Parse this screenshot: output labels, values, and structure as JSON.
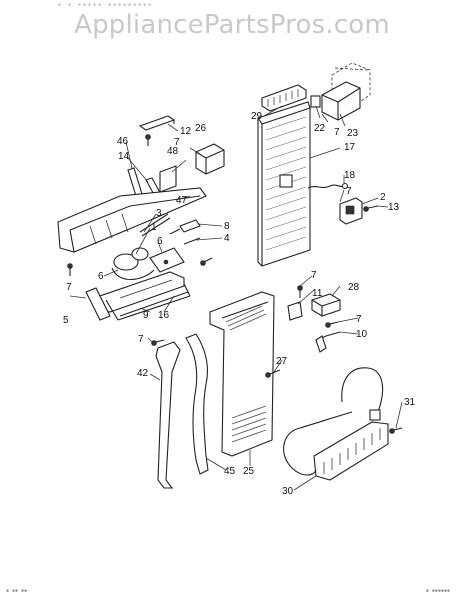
{
  "watermark": "AppliancePartsPros.com",
  "callouts": {
    "c29": "29",
    "c22": "22",
    "c7a": "7",
    "c23": "23",
    "c12": "12",
    "c7b": "7",
    "c46": "46",
    "c26": "26",
    "c48": "48",
    "c14": "14",
    "c17": "17",
    "c18": "18",
    "c7c": "7",
    "c2": "2",
    "c13": "13",
    "c47": "47",
    "c3": "3",
    "c8": "8",
    "c1": "1",
    "c4": "4",
    "c6a": "6",
    "c7d": "7",
    "c6b": "6",
    "c7e": "7",
    "c28": "28",
    "c11": "11",
    "c7f": "7",
    "c5": "5",
    "c9": "9",
    "c16": "16",
    "c10": "10",
    "c7g": "7",
    "c27": "27",
    "c42": "42",
    "c31": "31",
    "c25": "25",
    "c45": "45",
    "c30": "30"
  }
}
